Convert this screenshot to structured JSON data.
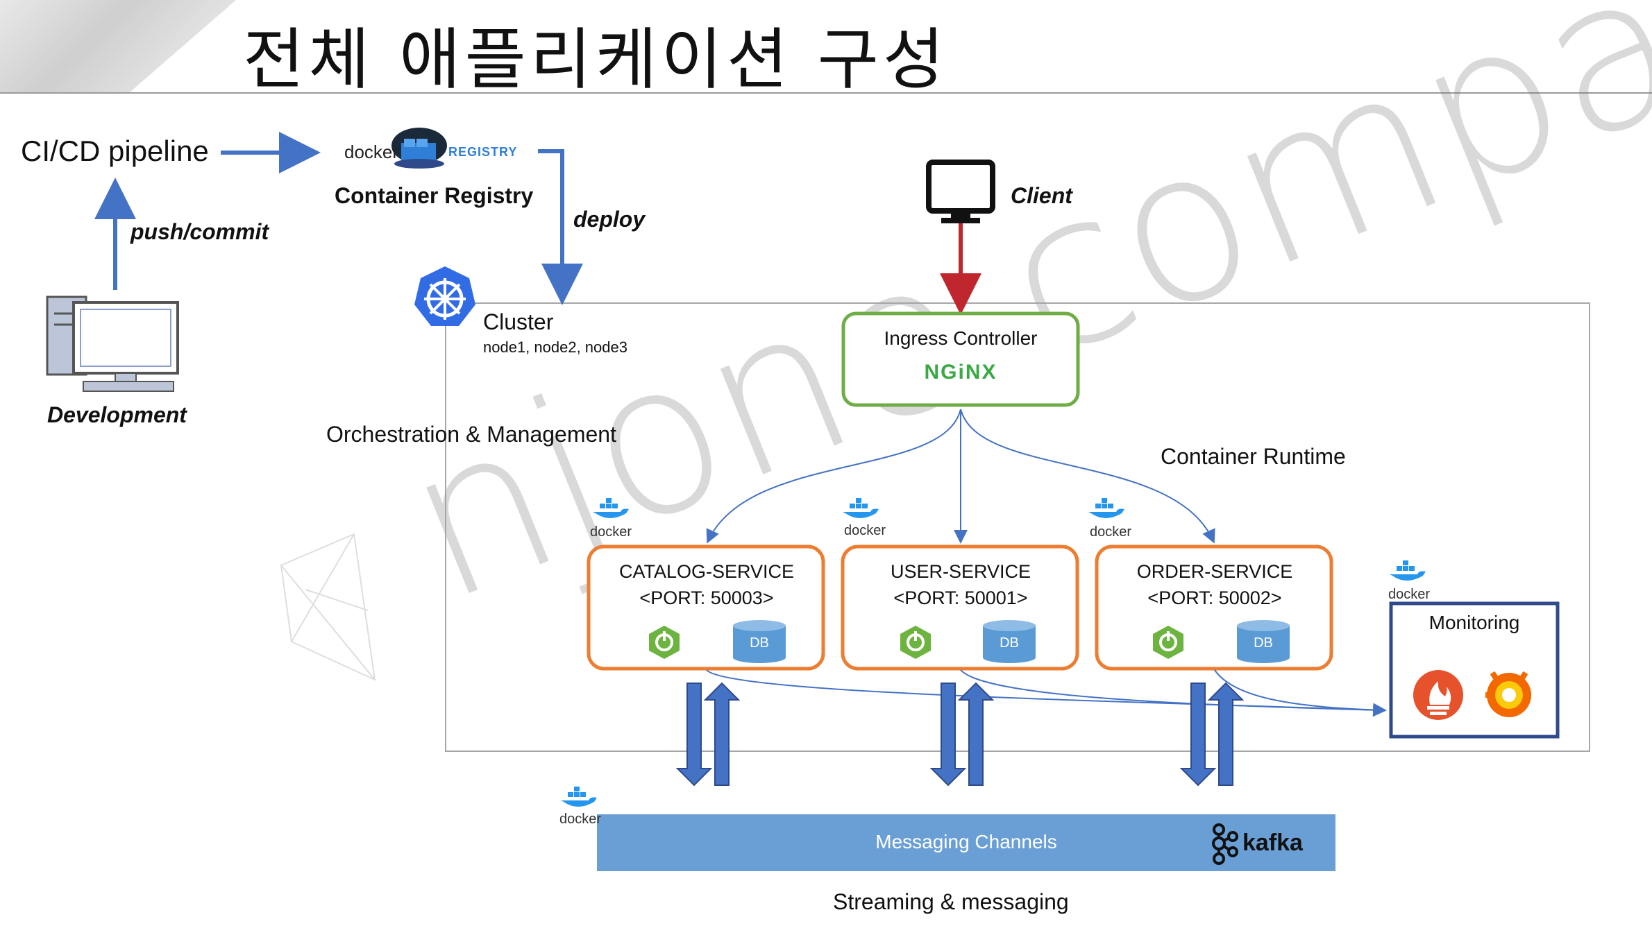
{
  "title": "전체 애플리케이션 구성",
  "watermark": "njone company",
  "pipeline": {
    "cicd": "CI/CD pipeline",
    "push_commit": "push/commit",
    "development": "Development",
    "docker_logo_text": "docker",
    "registry_logo_text": "REGISTRY",
    "container_registry": "Container Registry",
    "deploy": "deploy"
  },
  "client": {
    "label": "Client"
  },
  "cluster": {
    "label": "Cluster",
    "nodes": "node1, node2, node3",
    "orchestration": "Orchestration & Management",
    "runtime": "Container Runtime"
  },
  "ingress": {
    "label": "Ingress Controller",
    "logo": "NGiNX"
  },
  "services": [
    {
      "name": "CATALOG-SERVICE",
      "port": "<PORT: 50003>",
      "db": "DB",
      "docker": "docker"
    },
    {
      "name": "USER-SERVICE",
      "port": "<PORT: 50001>",
      "db": "DB",
      "docker": "docker"
    },
    {
      "name": "ORDER-SERVICE",
      "port": "<PORT: 50002>",
      "db": "DB",
      "docker": "docker"
    }
  ],
  "monitoring": {
    "label": "Monitoring",
    "docker": "docker"
  },
  "messaging": {
    "label": "Messaging Channels",
    "kafka": "kafka",
    "docker": "docker",
    "caption": "Streaming & messaging"
  },
  "colors": {
    "arrow_blue": "#4472c4",
    "client_red": "#c0262d",
    "ingress_green": "#70ad47",
    "service_orange": "#ed7d31",
    "monitor_navy": "#2f4a8a",
    "kafka_bar": "#6a9fd6",
    "k8s_blue": "#326ce5",
    "spring_green": "#6db33f",
    "db_blue": "#5b9bd5"
  }
}
